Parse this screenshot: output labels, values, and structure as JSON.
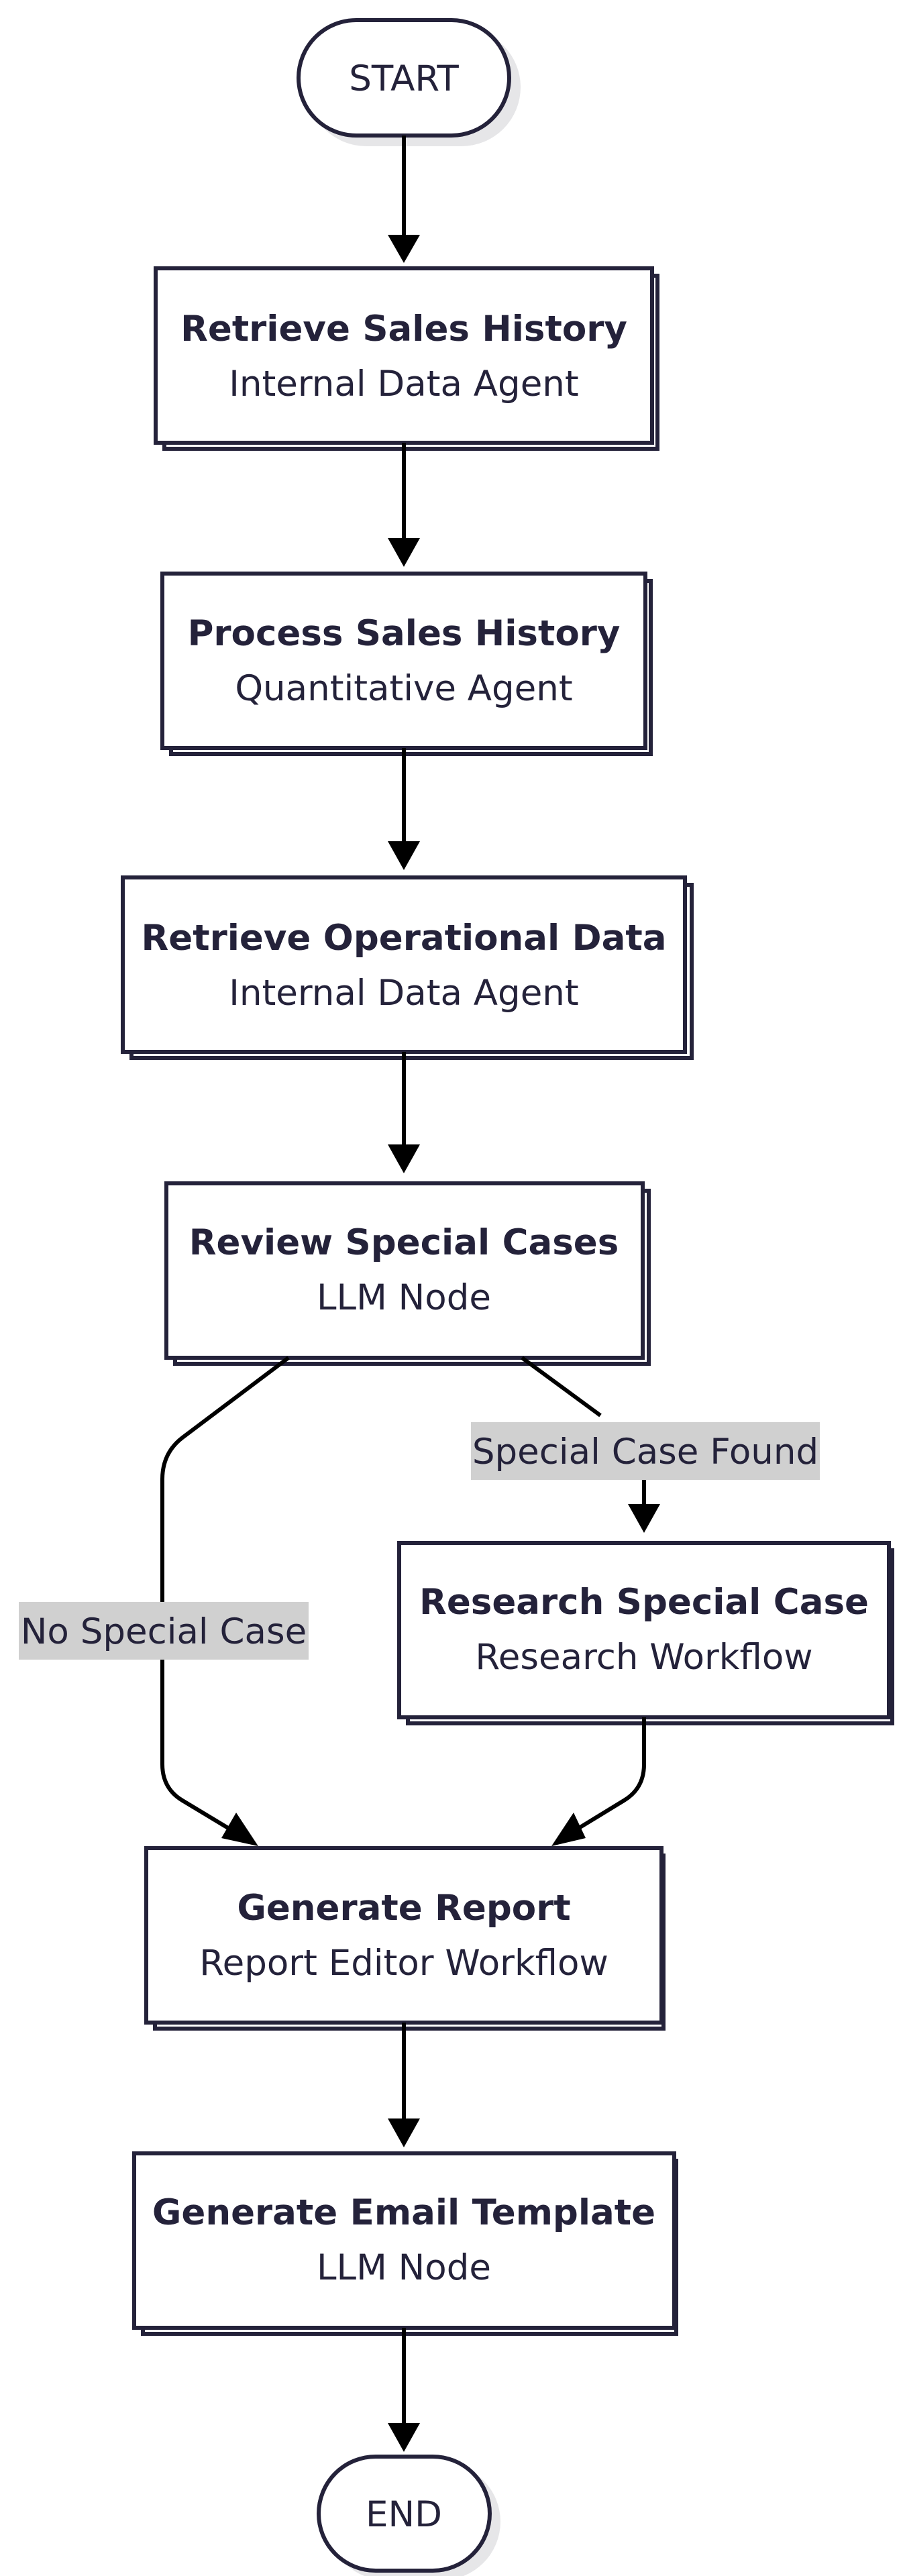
{
  "start_label": "START",
  "end_label": "END",
  "nodes": {
    "retrieve_sales": {
      "title": "Retrieve Sales History",
      "subtitle": "Internal Data Agent"
    },
    "process_sales": {
      "title": "Process Sales History",
      "subtitle": "Quantitative Agent"
    },
    "retrieve_ops": {
      "title": "Retrieve Operational Data",
      "subtitle": "Internal Data Agent"
    },
    "review_special": {
      "title": "Review Special Cases",
      "subtitle": "LLM Node"
    },
    "research_special": {
      "title": "Research Special Case",
      "subtitle": "Research Workflow"
    },
    "generate_report": {
      "title": "Generate Report",
      "subtitle": "Report Editor Workflow"
    },
    "generate_email": {
      "title": "Generate Email Template",
      "subtitle": "LLM Node"
    }
  },
  "edges": {
    "special_found": "Special Case Found",
    "no_special": "No Special Case"
  }
}
